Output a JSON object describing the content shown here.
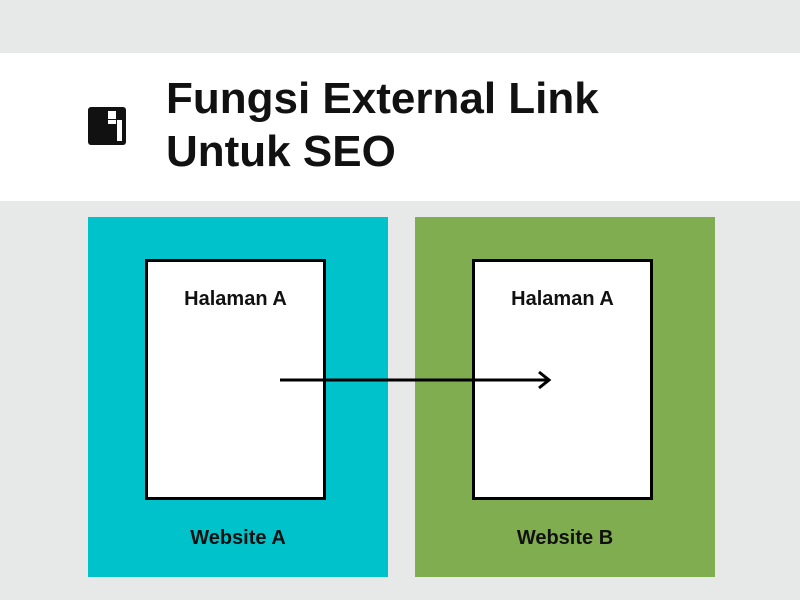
{
  "header": {
    "title_line1": "Fungsi External Link",
    "title_line2": "Untuk SEO",
    "logo_icon": "brand-logo-icon"
  },
  "colors": {
    "background": "#e7e9e8",
    "website_a": "#00c2cb",
    "website_b": "#80ad4f",
    "border": "#000000",
    "text": "#111111"
  },
  "diagram": {
    "website_a": {
      "page_label": "Halaman A",
      "site_label": "Website A"
    },
    "website_b": {
      "page_label": "Halaman A",
      "site_label": "Website B"
    },
    "link": {
      "from": "website_a",
      "to": "website_b",
      "icon": "arrow-right-icon"
    }
  }
}
